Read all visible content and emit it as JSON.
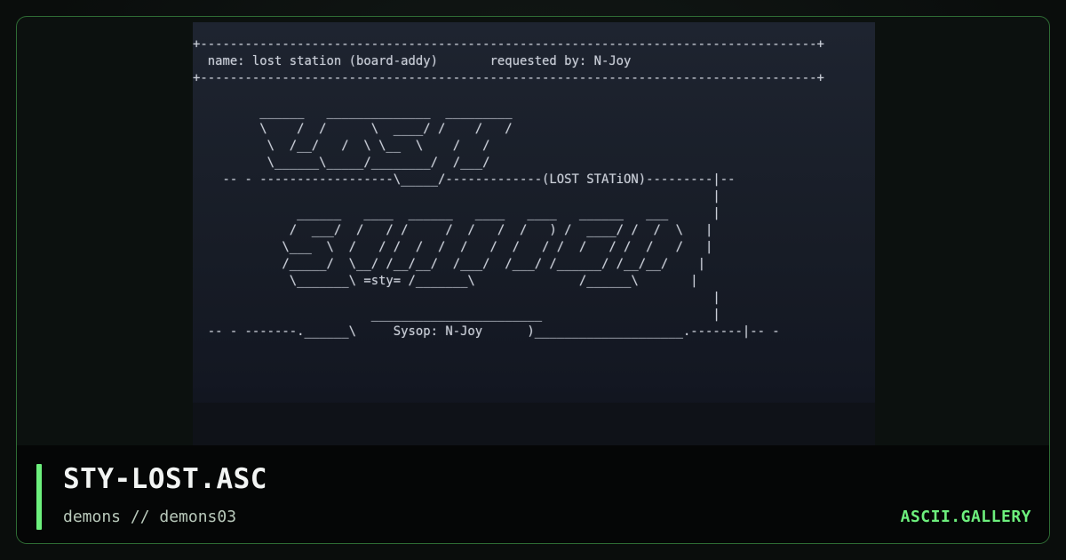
{
  "artwork": {
    "ascii": "+-----------------------------------------------------------------------------------+\n  name: lost station (board-addy)       requested by: N-Joy\n+-----------------------------------------------------------------------------------+\n\n         ______   ______________  _________\n         \\    /  /      \\  ____/ /    /   /\n          \\  /__/   /  \\ \\__  \\    /   /\n          \\______\\_____/________/  /___/\n    -- - ------------------\\_____/-------------(LOST STATiON)---------|--\n                                                                      |\n              ______   ____  ______   ____   ____   ______   ___      |\n             /  ___/  /   / /     /  /   /  /   ) /  ____/ /  /  \\   |\n            \\___  \\  /   / /  /  /  /   /  /   / /  /   / /  /   /   |\n            /_____/  \\__/ /__/__/  /___/  /___/ /______/ /__/__/    |\n             \\_______\\ =sty= /_______\\              /______\\       |\n                                                                      |\n                        _______________________                       |\n  -- - -------.______\\     Sysop: N-Joy      )____________________.-------|-- -"
  },
  "info": {
    "filename": "STY-LOST.ASC",
    "path": "demons // demons03",
    "brand": "ASCII.GALLERY"
  },
  "colors": {
    "accent": "#6df07d",
    "border": "#2e6b34",
    "background": "#0c110f"
  }
}
